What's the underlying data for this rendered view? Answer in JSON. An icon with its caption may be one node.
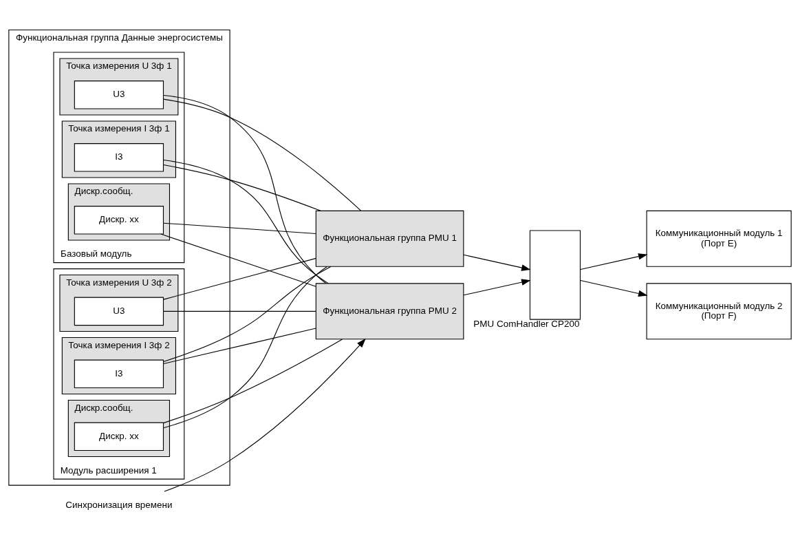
{
  "diagram": {
    "nodes": [
      {
        "text": [
          "Функциональная группа Данные энергосистемы"
        ]
      },
      {
        "text": [
          "Базовый модуль"
        ],
        "in": 0
      },
      {
        "text": [
          "Точка измерения U 3ф 1"
        ],
        "in": 1
      },
      {
        "text": [
          "U3"
        ],
        "in": 2
      },
      {
        "text": [
          "Точка измерения I 3ф 1"
        ],
        "in": 1
      },
      {
        "text": [
          "I3"
        ],
        "in": 4
      },
      {
        "text": [
          "Дискр.сообщ."
        ],
        "in": 1
      },
      {
        "text": [
          "Дискр. xx"
        ],
        "in": 6
      },
      {
        "text": [
          "Модуль расширения 1"
        ],
        "in": 0
      },
      {
        "text": [
          "Точка измерения U 3ф 2"
        ],
        "in": 8
      },
      {
        "text": [
          "U3"
        ],
        "in": 9
      },
      {
        "text": [
          "Точка измерения I 3ф 2"
        ],
        "in": 8
      },
      {
        "text": [
          "I3"
        ],
        "in": 11
      },
      {
        "text": [
          "Дискр.сообщ."
        ],
        "in": 8
      },
      {
        "text": [
          "Дискр. xx"
        ],
        "in": 13
      },
      {
        "text": [
          "Функциональная группа PMU 1"
        ]
      },
      {
        "text": [
          "Функциональная группа PMU 2"
        ]
      },
      {
        "text": [],
        "shape": "box",
        "beside": [
          "PMU ComHandler CP200"
        ]
      },
      {
        "text": [
          "Коммуникационный модуль 1",
          "(Порт E)"
        ]
      },
      {
        "text": [
          "Коммуникационный модуль 2",
          "(Порт F)"
        ]
      },
      {
        "text": [
          "Синхронизация времени"
        ]
      }
    ],
    "edges": [
      {
        "from": 3,
        "to": 15,
        "arrow": "none"
      },
      {
        "from": 3,
        "to": 16,
        "arrow": "none"
      },
      {
        "from": 5,
        "to": 15,
        "arrow": "none"
      },
      {
        "from": 5,
        "to": 16,
        "arrow": "none"
      },
      {
        "from": 7,
        "to": 15,
        "arrow": "none"
      },
      {
        "from": 7,
        "to": 16,
        "arrow": "none"
      },
      {
        "from": 10,
        "to": 15,
        "arrow": "none"
      },
      {
        "from": 10,
        "to": 16,
        "arrow": "none"
      },
      {
        "from": 12,
        "to": 15,
        "arrow": "none"
      },
      {
        "from": 12,
        "to": 16,
        "arrow": "none"
      },
      {
        "from": 14,
        "to": 15,
        "arrow": "none"
      },
      {
        "from": 14,
        "to": 16,
        "arrow": "none"
      },
      {
        "from": 15,
        "to": 17,
        "arrow": "to"
      },
      {
        "from": 16,
        "to": 17,
        "arrow": "to"
      },
      {
        "from": 17,
        "to": 18,
        "arrow": "to"
      },
      {
        "from": 17,
        "to": 19,
        "arrow": "to"
      },
      {
        "from": 20,
        "to": 16,
        "arrow": "to"
      }
    ]
  }
}
